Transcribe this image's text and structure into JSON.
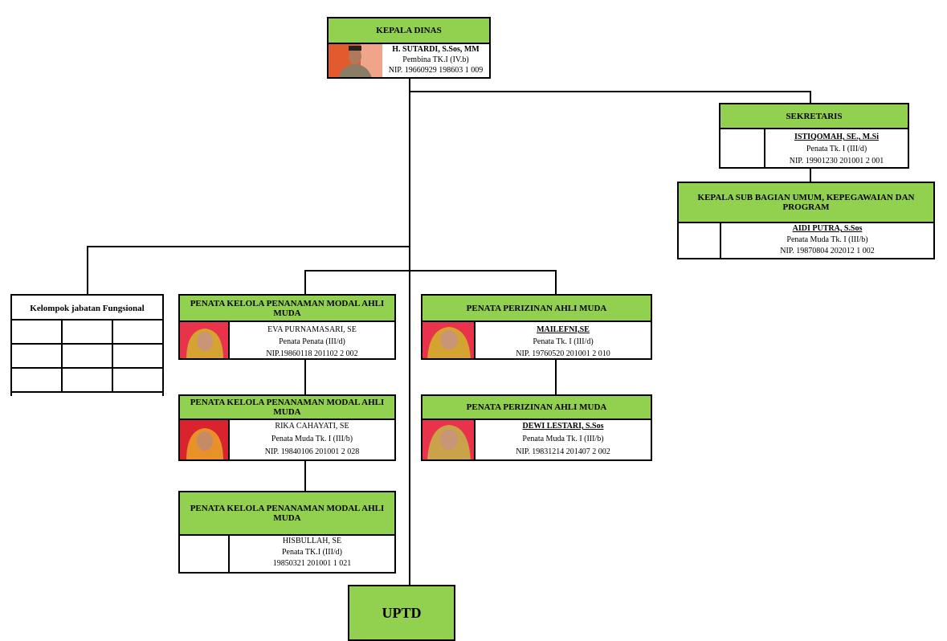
{
  "kepala": {
    "title": "KEPALA DINAS",
    "name": "H. SUTARDI, S.Sos, MM",
    "rank": "Pembina TK.I (IV.b)",
    "nip": "NIP. 19660929 198603 1 009"
  },
  "sekretaris": {
    "title": "SEKRETARIS",
    "name": "ISTIQOMAH, SE., M.Si",
    "rank": "Penata Tk. I (III/d)",
    "nip": "NIP. 19901230 201001 2 001"
  },
  "kasubag": {
    "title": "KEPALA SUB BAGIAN UMUM, KEPEGAWAIAN DAN PROGRAM",
    "name": "AIDI PUTRA, S.Sos",
    "rank": "Penata Muda Tk. I (III/b)",
    "nip": "NIP. 19870804 202012 1 002"
  },
  "fungsional": {
    "title": "Kelompok jabatan Fungsional"
  },
  "penanaman": [
    {
      "title": "PENATA KELOLA PENANAMAN MODAL AHLI MUDA",
      "name": "EVA PURNAMASARI, SE",
      "rank": "Penata Penata (III/d)",
      "nip": "NIP.19860118 201102 2 002"
    },
    {
      "title": "PENATA KELOLA PENANAMAN MODAL AHLI MUDA",
      "name": "RIKA CAHAYATI, SE",
      "rank": "Penata Muda Tk. I (III/b)",
      "nip": "NIP. 19840106 201001 2 028"
    },
    {
      "title": "PENATA KELOLA PENANAMAN MODAL AHLI MUDA",
      "name": "HISBULLAH, SE",
      "rank": "Penata TK.I (III/d)",
      "nip": "19850321 201001 1 021"
    }
  ],
  "perizinan": [
    {
      "title": "PENATA PERIZINAN AHLI MUDA",
      "name": "MAILEFNI,SE",
      "rank": "Penata Tk. I (III/d)",
      "nip": "NIP. 19760520 201001 2 010"
    },
    {
      "title": "PENATA PERIZINAN AHLI MUDA",
      "name": "DEWI LESTARI, S.Sos",
      "rank": "Penata Muda Tk. I (III/b)",
      "nip": "NIP. 19831214 201407 2 002"
    }
  ],
  "uptd": {
    "label": "UPTD"
  },
  "colors": {
    "header_green": "#92d050",
    "photo_red": "#e8334a",
    "hijab_mustard": "#d4a332",
    "hijab_orange": "#e8912a"
  }
}
